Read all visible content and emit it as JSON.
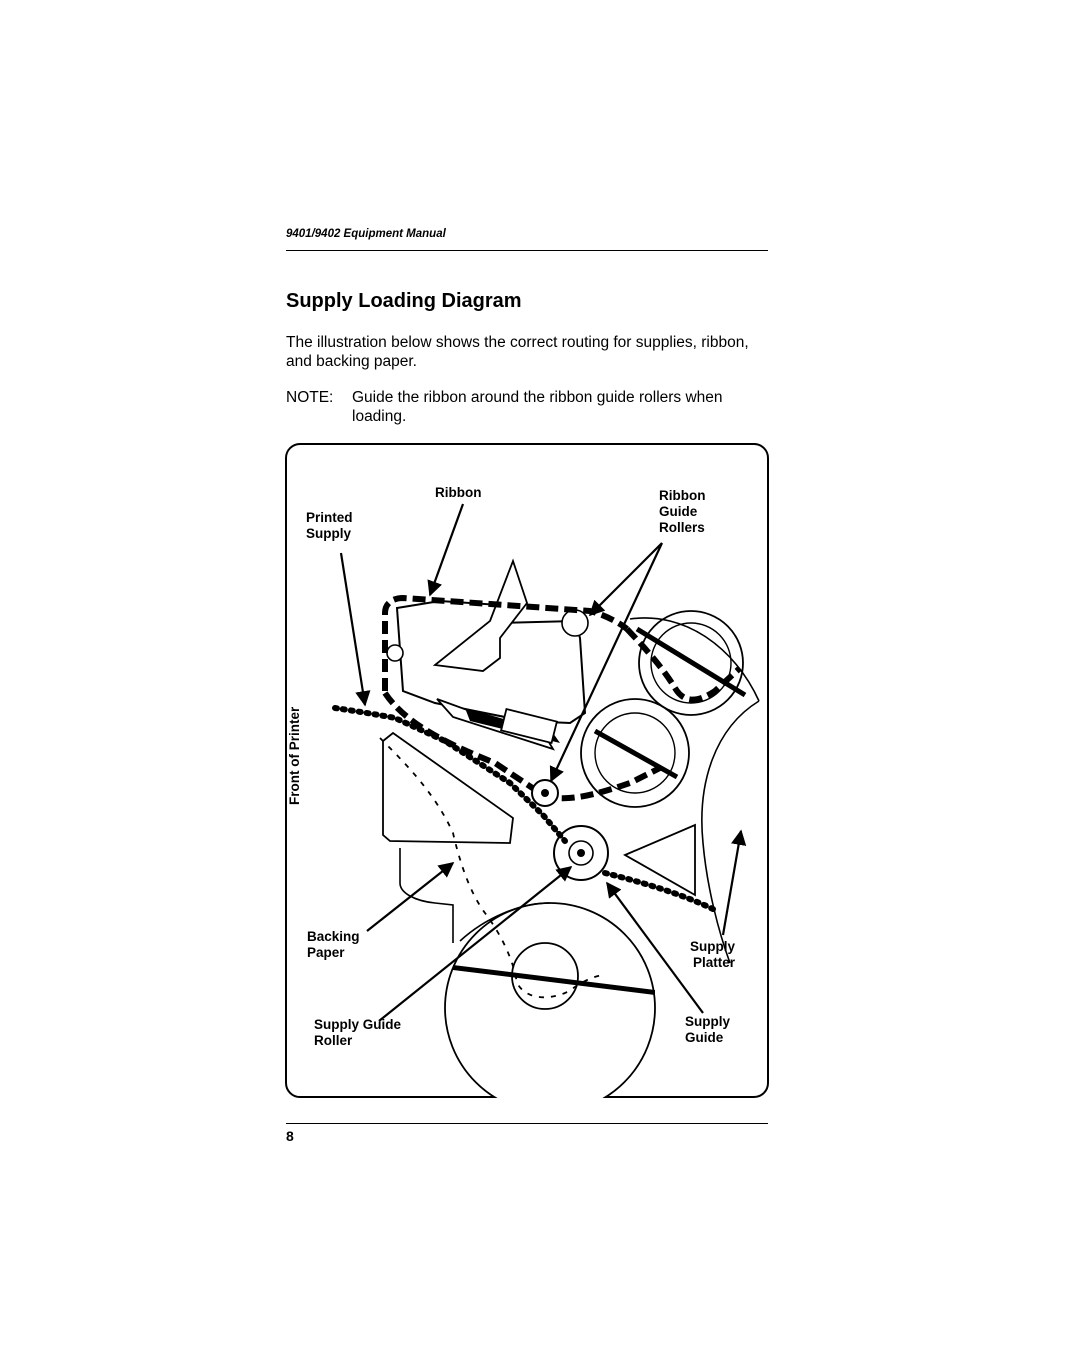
{
  "header": {
    "running_title": "9401/9402 Equipment Manual"
  },
  "section": {
    "title": "Supply Loading Diagram",
    "intro": "The illustration below shows the correct routing for supplies, ribbon, and backing paper.",
    "note_label": "NOTE:",
    "note_text": "Guide the ribbon around the ribbon guide rollers when loading."
  },
  "figure": {
    "labels": {
      "ribbon": "Ribbon",
      "printed_supply": [
        "Printed",
        "Supply"
      ],
      "ribbon_guide_rollers": [
        "Ribbon",
        "Guide",
        "Rollers"
      ],
      "front_of_printer": "Front of Printer",
      "backing_paper": [
        "Backing",
        "Paper"
      ],
      "supply_platter": [
        "Supply",
        "Platter"
      ],
      "supply_guide_roller": [
        "Supply Guide",
        "Roller"
      ],
      "supply_guide": [
        "Supply",
        "Guide"
      ]
    }
  },
  "footer": {
    "page_number": "8"
  }
}
